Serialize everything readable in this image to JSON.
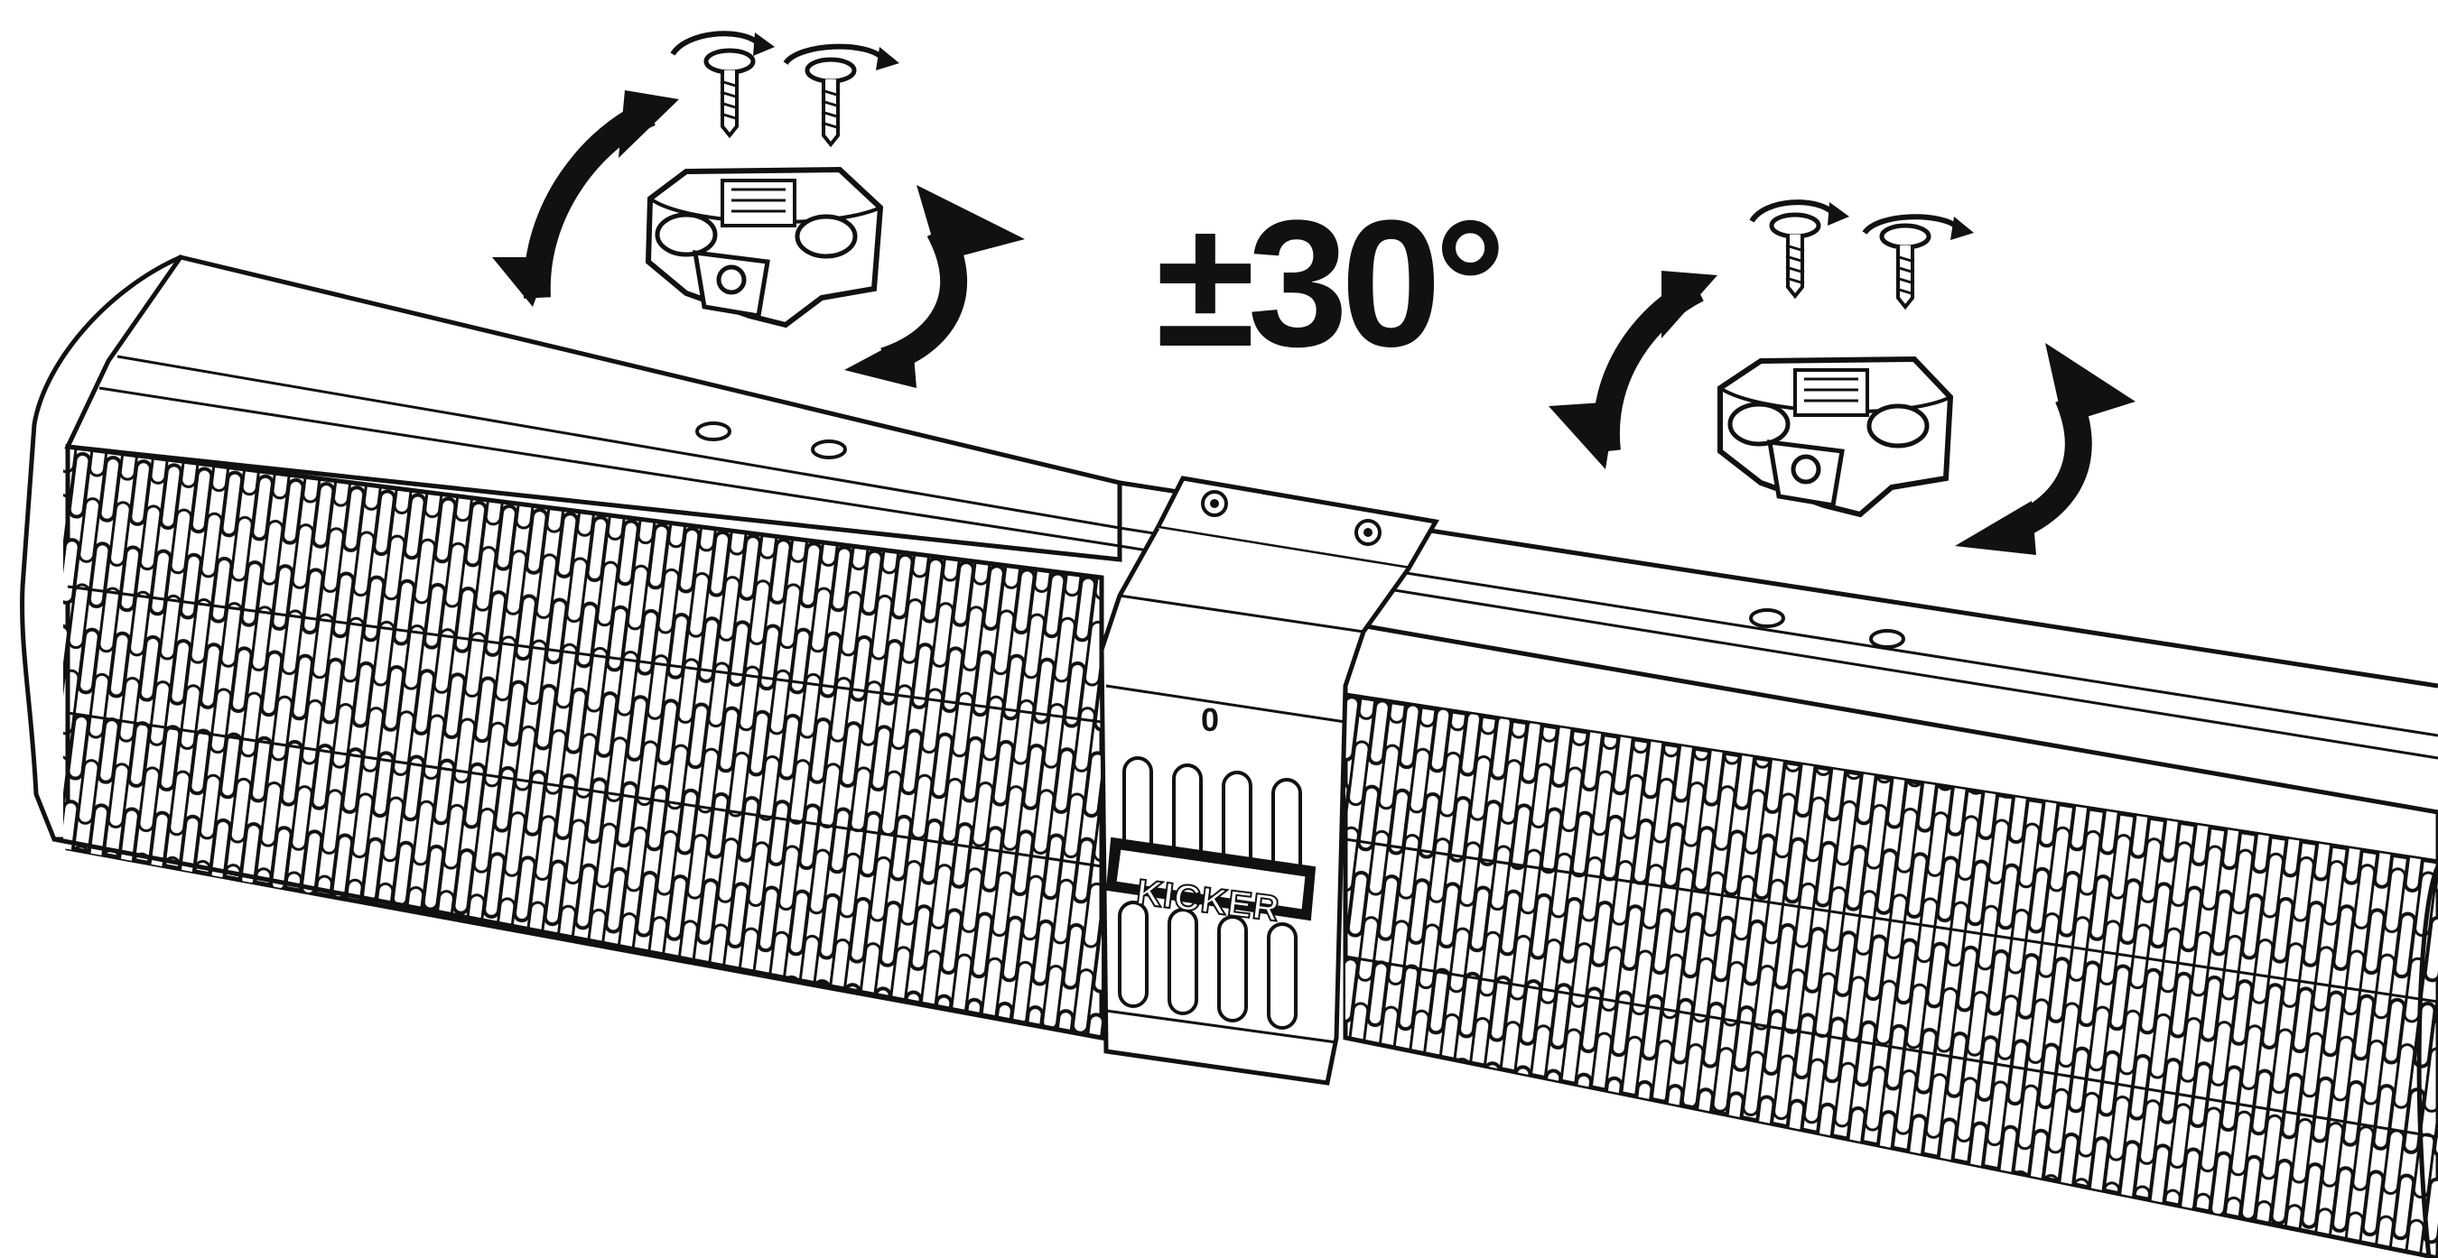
{
  "diagram": {
    "angle_label": "±30°",
    "center_mark": "0",
    "brand_badge": "KICKER",
    "icons": [
      "rotation-arrow-icon",
      "screw-icon",
      "mounting-clamp-icon",
      "grille-slot-icon"
    ],
    "colors": {
      "ink": "#111111",
      "paper": "#ffffff"
    }
  }
}
